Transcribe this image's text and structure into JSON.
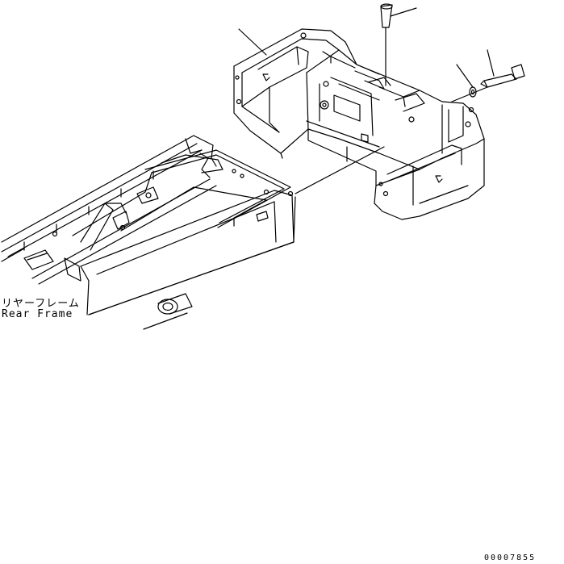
{
  "labels": {
    "rear_frame_jp": "リヤーフレーム",
    "rear_frame_en": "Rear Frame",
    "drawing_number": "00007855"
  },
  "colors": {
    "line": "#000000",
    "background": "#ffffff"
  }
}
